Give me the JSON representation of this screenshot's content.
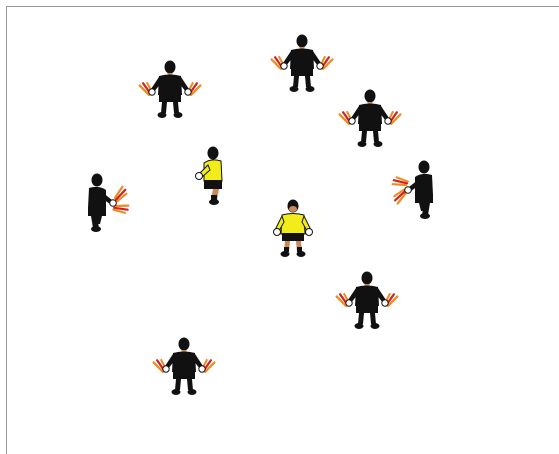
{
  "diagram": {
    "colors": {
      "background": "#ffffff",
      "border": "#9a9a9a",
      "kit_black": "#111111",
      "kit_yellow": "#f2ec1a",
      "skin": "#c98a5a",
      "glove": "#ffffff",
      "flag_orange": "#f08a1e",
      "flag_red": "#d42020"
    },
    "players": [
      {
        "id": "p1",
        "kit": "black",
        "pose": "front",
        "holds": "flags"
      },
      {
        "id": "p2",
        "kit": "black",
        "pose": "front",
        "holds": "flags"
      },
      {
        "id": "p3",
        "kit": "black",
        "pose": "front",
        "holds": "flags"
      },
      {
        "id": "p4",
        "kit": "black",
        "pose": "side-right",
        "holds": "flags"
      },
      {
        "id": "p5",
        "kit": "yellow",
        "pose": "side-left",
        "holds": "gloves"
      },
      {
        "id": "p6",
        "kit": "black",
        "pose": "side-left",
        "holds": "flags"
      },
      {
        "id": "p7",
        "kit": "yellow",
        "pose": "front",
        "holds": "gloves"
      },
      {
        "id": "p8",
        "kit": "black",
        "pose": "front",
        "holds": "flags"
      },
      {
        "id": "p9",
        "kit": "black",
        "pose": "front",
        "holds": "flags"
      }
    ]
  }
}
